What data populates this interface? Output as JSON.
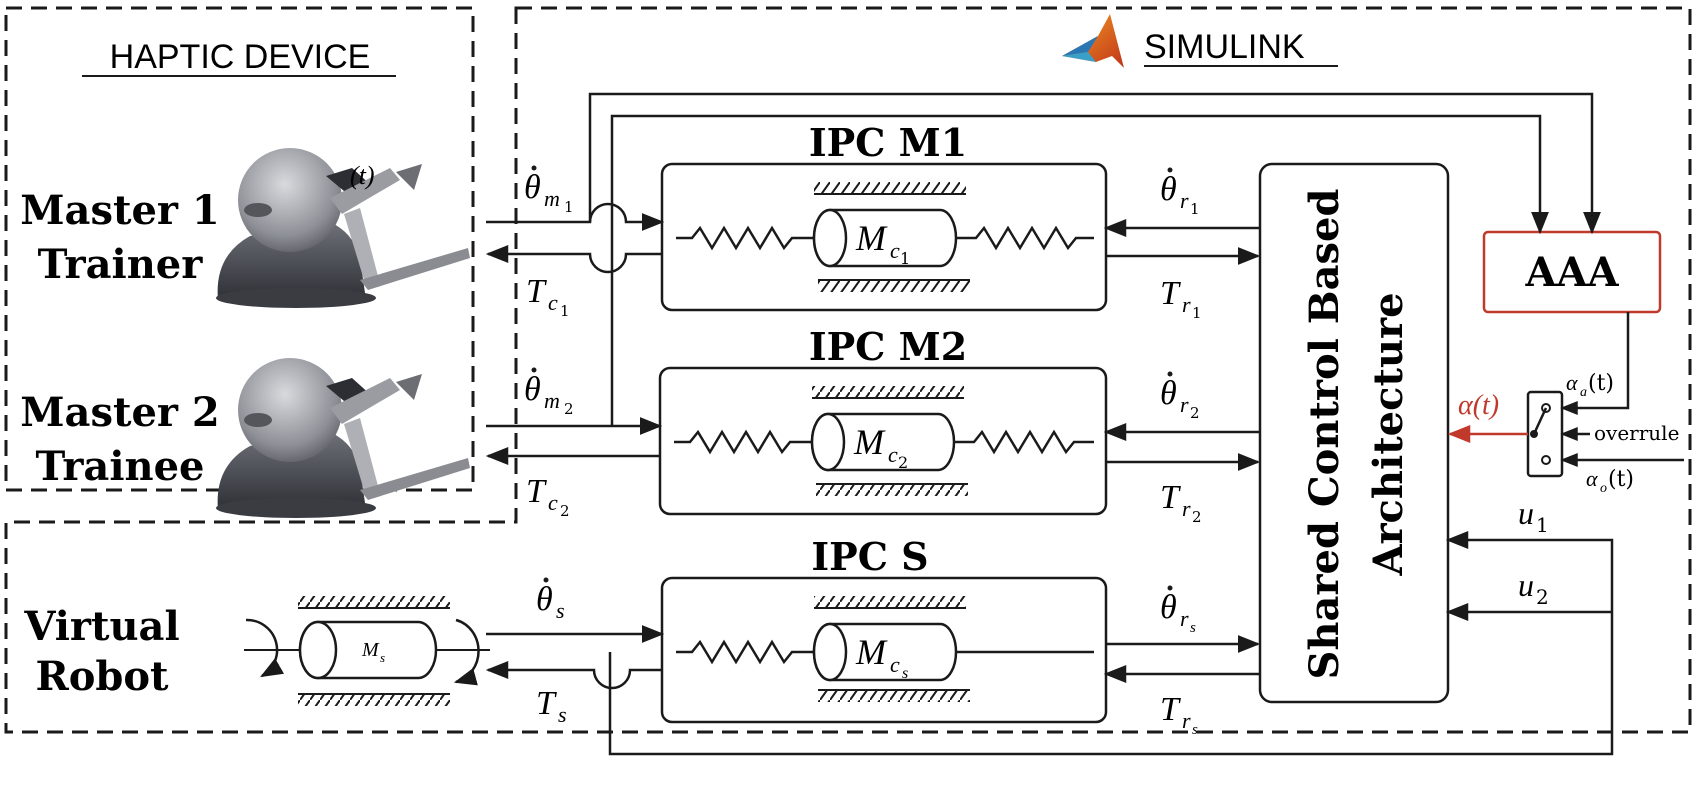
{
  "regions": {
    "haptic_title": "HAPTIC DEVICE",
    "simulink_title": "SIMULINK"
  },
  "masters": [
    {
      "line1": "Master 1",
      "line2": "Trainer"
    },
    {
      "line1": "Master 2",
      "line2": "Trainee"
    }
  ],
  "robot": {
    "line1": "Virtual",
    "line2": "Robot",
    "mass_label": "M",
    "mass_sub": "s"
  },
  "ipc_blocks": [
    {
      "title": "IPC M1",
      "mass": "M",
      "mass_sub": "c",
      "mass_subsub": "1"
    },
    {
      "title": "IPC M2",
      "mass": "M",
      "mass_sub": "c",
      "mass_subsub": "2"
    },
    {
      "title": "IPC S",
      "mass": "M",
      "mass_sub": "c",
      "mass_subsub": "s"
    }
  ],
  "shared_control": {
    "line1": "Shared Control Based",
    "line2": "Architecture"
  },
  "aaa": {
    "label": "AAA"
  },
  "signals": {
    "theta_m1": {
      "base": "θ",
      "sub": "m",
      "subsub": "1"
    },
    "tc1": {
      "base": "T",
      "sub": "c",
      "subsub": "1"
    },
    "theta_m2": {
      "base": "θ",
      "sub": "m",
      "subsub": "2"
    },
    "tc2": {
      "base": "T",
      "sub": "c",
      "subsub": "2"
    },
    "theta_s": {
      "base": "θ",
      "sub": "s"
    },
    "ts": {
      "base": "T",
      "sub": "s"
    },
    "theta_r1": {
      "base": "θ",
      "sub": "r",
      "subsub": "1"
    },
    "tr1": {
      "base": "T",
      "sub": "r",
      "subsub": "1"
    },
    "theta_r2": {
      "base": "θ",
      "sub": "r",
      "subsub": "2"
    },
    "tr2": {
      "base": "T",
      "sub": "r",
      "subsub": "2"
    },
    "theta_rs": {
      "base": "θ",
      "sub": "r",
      "subsub": "s"
    },
    "trs": {
      "base": "T",
      "sub": "r",
      "subsub": "s"
    },
    "u1": {
      "base": "u",
      "sub": "1"
    },
    "u2": {
      "base": "u",
      "sub": "2"
    },
    "alpha_t": {
      "text": "α(t)"
    },
    "alpha_a": {
      "base": "α",
      "sub": "a",
      "tail": "(t)"
    },
    "alpha_o": {
      "base": "α",
      "sub": "o",
      "tail": "(t)"
    },
    "overrule": "overrule",
    "alpha_handle": {
      "text": "(t)"
    }
  },
  "colors": {
    "line": "#1a1a1a",
    "aaa_border": "#c0392b",
    "alpha_signal": "#c0392b"
  }
}
